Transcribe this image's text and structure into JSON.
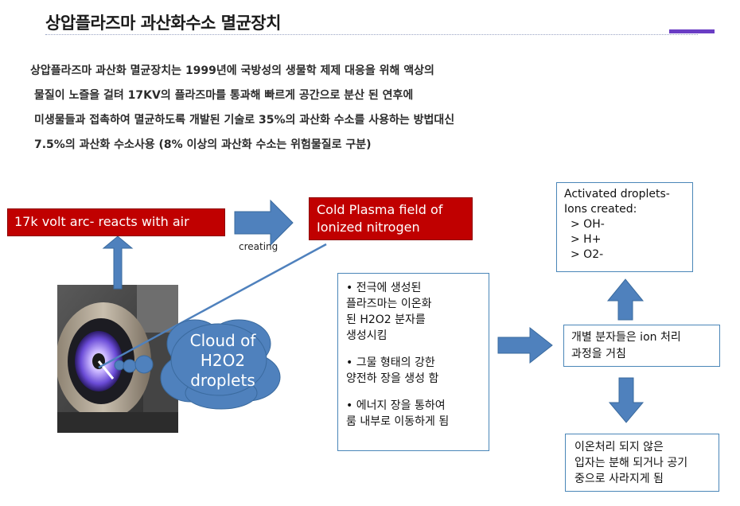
{
  "header": {
    "title": "상압플라즈마 과산화수소 멸균장치"
  },
  "intro": {
    "line1": "상압플라즈마 과산화 멸균장치는 1999년에 국방성의 생물학 제제 대응을 위해 액상의",
    "line2": "물질이 노즐을 걸텨 17KV의 플라즈마를 통과해 빠르게 공간으로 분산 된 연후에",
    "line3": "미생물들과  접촉하여 멸균하도록 개발된 기술로 35%의 과산화 수소를 사용하는 방법대신",
    "line4": "7.5%의 과산화 수소사용   (8% 이상의 과산화 수소는 위험물질로 구분)"
  },
  "diagram": {
    "arc_label": "17k volt arc- reacts with air",
    "creating_label": "creating",
    "plasma_line1": "Cold Plasma field of",
    "plasma_line2": "Ionized nitrogen",
    "cloud_line1": "Cloud of",
    "cloud_line2": "H2O2",
    "cloud_line3": "droplets",
    "activated": {
      "line1": "Activated droplets-",
      "line2": "Ions created:",
      "items": [
        "> OH-",
        "> H+",
        "> O2-"
      ]
    },
    "center_bullets": [
      {
        "line1": "• 전극에 생성된",
        "line2": "플라즈마는 이온화",
        "line3": "된 H2O2 분자를",
        "line4": "생성시킴"
      },
      {
        "line1": "• 그물 형태의 강한",
        "line2": "양전하 장을 생성 함"
      },
      {
        "line1": "• 에너지 장을 통하여",
        "line2": "룸 내부로 이동하게 됨"
      }
    ],
    "ion_line1": "개별 분자들은 ion 처리",
    "ion_line2": "과정을 거침",
    "final_line1": "이온처리 되지 않은",
    "final_line2": "입자는 분해 되거나 공기",
    "final_line3": "중으로 사라지게 됨"
  },
  "colors": {
    "accent_bar": "#6a3dc4",
    "red_box": "#c00000",
    "arrow_fill": "#4f81bd",
    "cloud_fill": "#4f81bd"
  }
}
